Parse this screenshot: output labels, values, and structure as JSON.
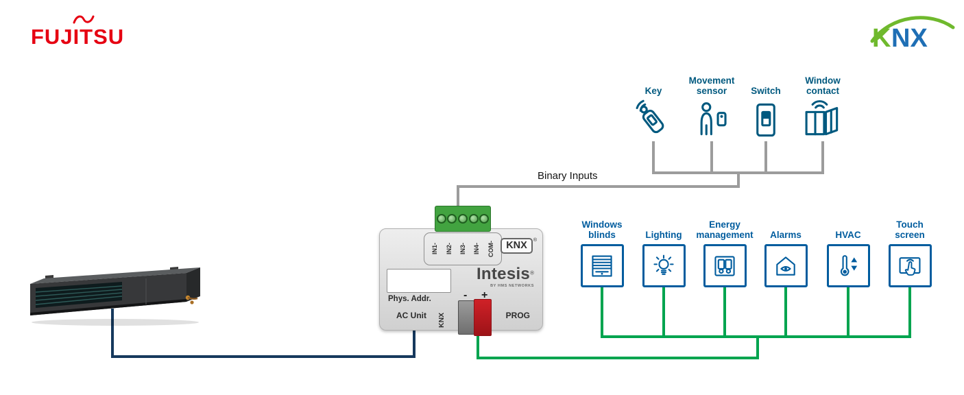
{
  "logos": {
    "fujitsu": "FUJITSU",
    "knx_k": "K",
    "knx_nx": "NX"
  },
  "binary_inputs": {
    "bus_label": "Binary Inputs",
    "devices": [
      {
        "lines": [
          "Key"
        ]
      },
      {
        "lines": [
          "Movement",
          "sensor"
        ]
      },
      {
        "lines": [
          "Switch"
        ]
      },
      {
        "lines": [
          "Window",
          "contact"
        ]
      }
    ]
  },
  "gateway": {
    "terminals": [
      "IN1-",
      "IN2-",
      "IN3-",
      "IN4-",
      "COM-"
    ],
    "knx_badge": "KNX",
    "reg": "®",
    "brand": "Intesis",
    "brand_sub": "BY HMS NETWORKS",
    "phys_addr_label": "Phys. Addr.",
    "ac_unit_label": "AC Unit",
    "knx_port_label": "KNX",
    "prog_label": "PROG",
    "minus": "-",
    "plus": "+"
  },
  "knx_outputs": {
    "devices": [
      {
        "lines": [
          "Windows",
          "blinds"
        ]
      },
      {
        "lines": [
          "Lighting"
        ]
      },
      {
        "lines": [
          "Energy",
          "management"
        ]
      },
      {
        "lines": [
          "Alarms"
        ]
      },
      {
        "lines": [
          "HVAC"
        ]
      },
      {
        "lines": [
          "Touch",
          "screen"
        ]
      }
    ]
  },
  "colors": {
    "fujitsu_red": "#e60012",
    "knx_green": "#6fb92d",
    "knx_blue": "#1f6fb5",
    "input_blue": "#00597f",
    "output_blue": "#005c9e",
    "line_gray": "#9c9c9c",
    "line_green": "#00a44f",
    "line_navy": "#16395d",
    "terminal_green": "#42a340",
    "connector_red": "#cf2127"
  }
}
